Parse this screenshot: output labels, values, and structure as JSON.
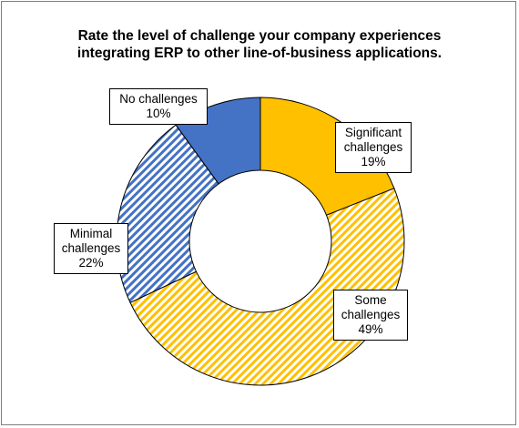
{
  "chart_data": {
    "type": "pie",
    "variant": "donut",
    "title_lines": [
      "Rate the level of challenge your company experiences",
      "integrating ERP to other line-of-business applications."
    ],
    "slices": [
      {
        "label_lines": [
          "Significant",
          "challenges"
        ],
        "value": 19,
        "value_label": "19%",
        "color": "#FFC000",
        "fill": "solid"
      },
      {
        "label_lines": [
          "Some",
          "challenges"
        ],
        "value": 49,
        "value_label": "49%",
        "color": "#FFC000",
        "fill": "hatched"
      },
      {
        "label_lines": [
          "Minimal",
          "challenges"
        ],
        "value": 22,
        "value_label": "22%",
        "color": "#4472C4",
        "fill": "hatched"
      },
      {
        "label_lines": [
          "No challenges"
        ],
        "value": 10,
        "value_label": "10%",
        "color": "#4472C4",
        "fill": "solid"
      }
    ],
    "start_angle_deg": 0,
    "direction": "clockwise",
    "legend": "none"
  }
}
